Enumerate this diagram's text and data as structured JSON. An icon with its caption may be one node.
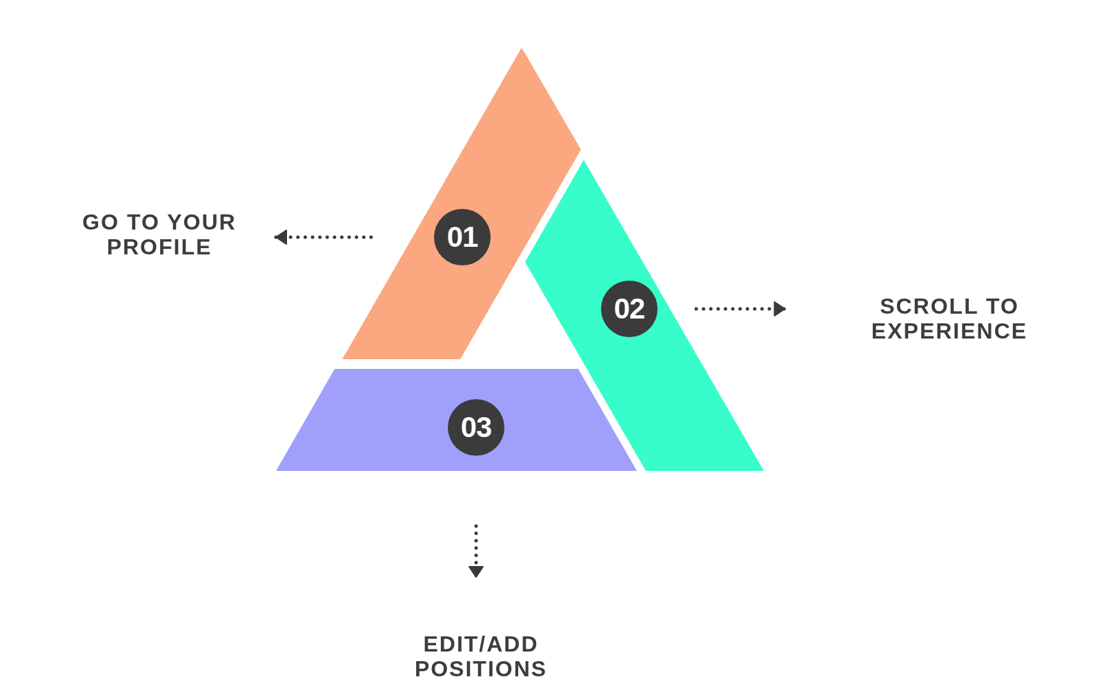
{
  "diagram": {
    "nodes": [
      {
        "text": [
          "01"
        ]
      },
      {
        "text": [
          "02"
        ]
      },
      {
        "text": [
          "03"
        ]
      },
      {
        "text": [
          "GO TO YOUR PROFILE"
        ]
      },
      {
        "text": [
          "SCROLL TO EXPERIENCE"
        ]
      },
      {
        "text": [
          "EDIT/ADD POSITIONS"
        ]
      }
    ],
    "edges": [
      {
        "from": 0,
        "to": 3,
        "arrow": "to",
        "style": "dashed"
      },
      {
        "from": 1,
        "to": 4,
        "arrow": "to",
        "style": "dashed"
      },
      {
        "from": 2,
        "to": 5,
        "arrow": "to",
        "style": "dashed"
      }
    ]
  }
}
